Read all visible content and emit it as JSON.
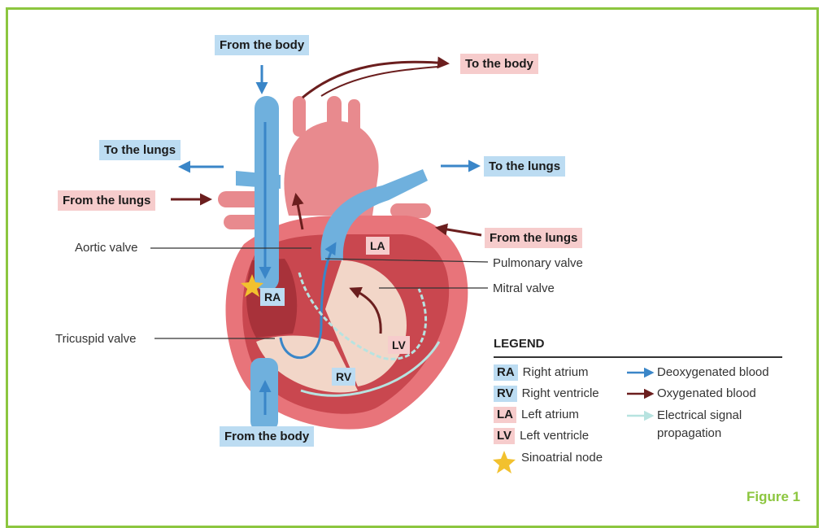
{
  "colors": {
    "frame": "#8cc63f",
    "deoxygenated": "#3a86c8",
    "oxygenated": "#6b1e1e",
    "electrical": "#b7e3e0",
    "label_blue_bg": "#bcdcf2",
    "label_pink_bg": "#f6cccc",
    "star": "#f2c12e"
  },
  "flow_labels": {
    "from_body_top": "From the body",
    "to_body": "To the body",
    "to_lungs_left": "To the lungs",
    "to_lungs_right": "To the lungs",
    "from_lungs_left": "From the lungs",
    "from_lungs_right": "From the lungs",
    "from_body_bottom": "From the body"
  },
  "annotations": {
    "aortic_valve": "Aortic valve",
    "pulmonary_valve": "Pulmonary valve",
    "mitral_valve": "Mitral valve",
    "tricuspid_valve": "Tricuspid valve"
  },
  "chambers": {
    "ra": "RA",
    "rv": "RV",
    "la": "LA",
    "lv": "LV"
  },
  "legend": {
    "title": "LEGEND",
    "keys": [
      {
        "abbr": "RA",
        "text": "Right atrium",
        "style": "blue"
      },
      {
        "abbr": "RV",
        "text": "Right ventricle",
        "style": "blue"
      },
      {
        "abbr": "LA",
        "text": "Left atrium",
        "style": "pink"
      },
      {
        "abbr": "LV",
        "text": "Left ventricle",
        "style": "pink"
      },
      {
        "abbr": "",
        "text": "Sinoatrial node",
        "style": "star"
      }
    ],
    "arrows": [
      {
        "text": "Deoxygenated blood",
        "icon": "blue-arrow-icon"
      },
      {
        "text": "Oxygenated blood",
        "icon": "dark-red-arrow-icon"
      },
      {
        "text": "Electrical signal",
        "icon": "light-cyan-arrow-icon"
      },
      {
        "text": "propagation",
        "icon": ""
      }
    ]
  },
  "figure_label": "Figure 1"
}
